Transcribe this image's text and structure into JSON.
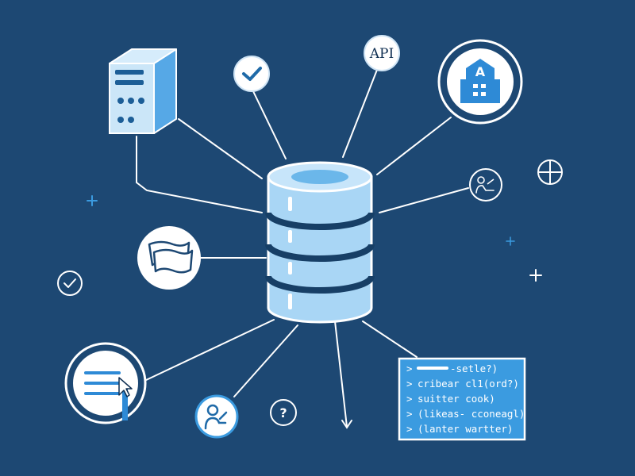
{
  "diagram": {
    "api_node": {
      "label": "API"
    },
    "building_node": {
      "letter": "A"
    },
    "help_node": {
      "label": "?"
    },
    "code_panel": {
      "lines": [
        {
          "prompt": ">",
          "text": "-setle?)"
        },
        {
          "prompt": ">",
          "text": "cribear cl1(ord?)"
        },
        {
          "prompt": ">",
          "text": "suitter cook)"
        },
        {
          "prompt": ">",
          "text": "(likeas- cconeagl)"
        },
        {
          "prompt": ">",
          "text": "(lanter wartter)"
        }
      ]
    }
  },
  "colors": {
    "background": "#1d4873",
    "line": "#ffffff",
    "accent": "#3b9be0",
    "cylinder_light": "#a9d6f5",
    "cylinder_band": "#173f66",
    "node_fill": "#ffffff"
  }
}
